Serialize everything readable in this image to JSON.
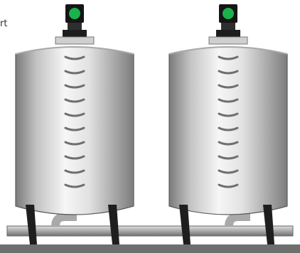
{
  "partial_label": "rt",
  "tanks": [
    {
      "id": "left",
      "indicator": {
        "color": "#19b24b",
        "state": "on"
      }
    },
    {
      "id": "right",
      "indicator": {
        "color": "#19b24b",
        "state": "on"
      }
    }
  ],
  "colors": {
    "tank_dark": "#7b7b7b",
    "tank_mid": "#dcdcdc",
    "tank_light": "#f6f6f6",
    "pipe": "#b0b0b0",
    "leg": "#1e1e1e",
    "indicator_housing": "#151515",
    "floor": "#707070"
  },
  "icons": {
    "tank": "storage-tank-icon",
    "indicator": "status-light-icon",
    "pipe": "pipe-icon"
  }
}
